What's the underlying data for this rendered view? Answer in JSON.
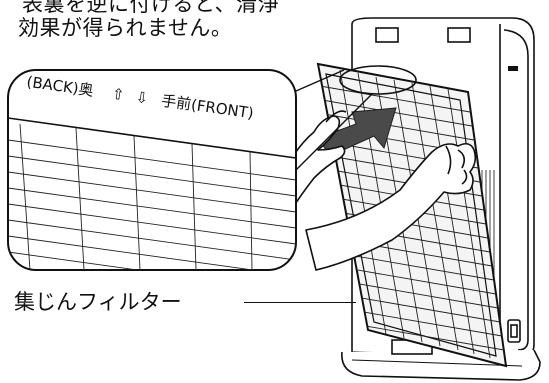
{
  "caption": {
    "line1": "表裏を逆に付けると、清浄",
    "line2": "効果が得られません。"
  },
  "callout_label": "集じんフィルター",
  "magnified_view": {
    "back_label": "(BACK)奥",
    "front_label": "手前(FRONT)",
    "arrow_up": "⇧",
    "arrow_down": "⇩"
  },
  "colors": {
    "line": "#111111",
    "filter_fill": "#f4f4f4",
    "body_fill": "#ffffff",
    "push_arrow": "#4a4a4a"
  }
}
